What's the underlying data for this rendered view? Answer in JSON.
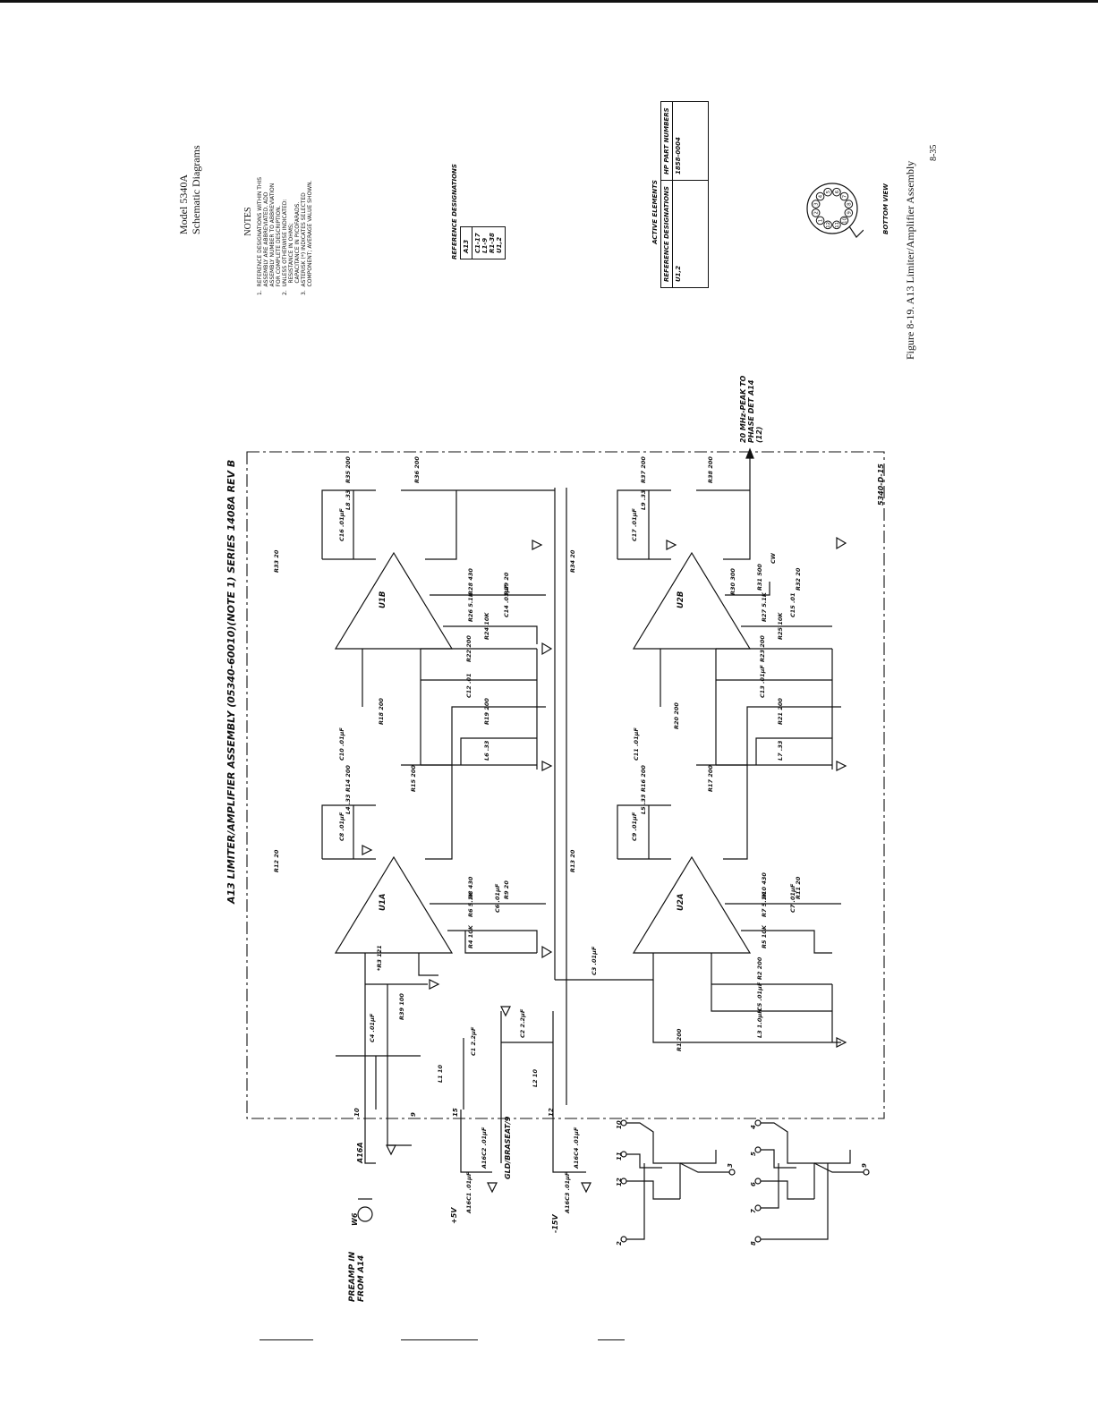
{
  "header": {
    "model": "Model 5340A",
    "section": "Schematic Diagrams"
  },
  "notes": {
    "heading": "NOTES",
    "items": [
      "1.  REFERENCE DESIGNATIONS WITHIN THIS",
      "     ASSEMBLY ARE ABBREVIATED. ADD",
      "     ASSEMBLY NUMBER TO ABBREVIATION",
      "     FOR COMPLETE DESCRIPTION.",
      "2.  UNLESS OTHERWISE INDICATED:",
      "       RESISTANCE IN OHMS;",
      "       CAPACITANCE IN PICOFARADS.",
      "3.  ASTERISK (*) INDICATES SELECTED",
      "     COMPONENT; AVERAGE VALUE SHOWN."
    ]
  },
  "ref_table": {
    "header": "REFERENCE DESIGNATIONS",
    "assembly": "A13",
    "components": [
      "C1-17",
      "L1-9",
      "R1-38",
      "U1,2"
    ]
  },
  "active_table": {
    "title": "ACTIVE ELEMENTS",
    "col1": "REFERENCE DESIGNATIONS",
    "col2": "HP PART NUMBERS",
    "row_ref": "U1,2",
    "row_part": "1858-0004"
  },
  "pinout": {
    "label": "BOTTOM VIEW",
    "pins": [
      "1",
      "2",
      "3",
      "4",
      "5",
      "6",
      "7",
      "8",
      "9",
      "10",
      "11",
      "12"
    ]
  },
  "figure": {
    "caption": "Figure 8-19.  A13 Limiter/Amplifier Assembly",
    "page": "8-35"
  },
  "schematic": {
    "title": "A13 LIMITER/AMPLIFIER ASSEMBLY (05340-60010)(NOTE 1) SERIES 1408A  REV B",
    "drawing_number": "5340-D-15",
    "output_label": "20 MHz-PEAK TO PHASE DET A14 (12)",
    "input_label": "PREAMP IN FROM A14",
    "input_cable": "W6",
    "input_connector": "A16A",
    "ground_label": "GLD/BRASEAT/9",
    "supply_pos": "+5V",
    "supply_neg": "-15V",
    "amps": [
      "U1A",
      "U1B",
      "U2A",
      "U2B"
    ],
    "filter_caps": [
      "A16C1 .01µF",
      "A16C2 .01µF",
      "A16C3 .01µF",
      "A16C4 .01µF"
    ],
    "rail_parts": [
      "L1 10",
      "C1 2.2µF",
      "C2 2.2µF",
      "L2 10"
    ],
    "input_parts": [
      "C4 .01µF",
      "R39 100",
      "*R3 121"
    ],
    "cap_coupling": [
      "C3 .01µF",
      "C10 .01µF",
      "C11 .01µF"
    ],
    "u1a_parts": [
      "R12 20",
      "C8 .01µF",
      "L4 .33",
      "R14 200",
      "R15 200",
      "R4 10K",
      "R6 5.1K",
      "C6 .01µF",
      "R8 430",
      "R9 20"
    ],
    "u1b_parts": [
      "R33 20",
      "C16 .01µF",
      "L8 .33",
      "R35 200",
      "R36 200",
      "R18 200",
      "L6 .33",
      "R19 200",
      "C12 .01",
      "R22 200",
      "R24 10K",
      "R26 5.1K",
      "C14 .01µF",
      "R28 430",
      "R29 20"
    ],
    "u2a_parts": [
      "R13 20",
      "C9 .01µF",
      "L5 .33",
      "R16 200",
      "R17 200",
      "R1 200",
      "L3 1.0µH",
      "C5 .01µF",
      "R2 200",
      "R5 10K",
      "R7 5.1K",
      "C7 .01µF",
      "R10 430",
      "R11 20"
    ],
    "u2b_parts": [
      "R34 20",
      "C17 .01µF",
      "L9 .33",
      "R37 200",
      "R38 200",
      "R20 200",
      "L7 .33",
      "R21 200",
      "C13 .01µF",
      "R23 200",
      "R25 10K",
      "R27 5.1K",
      "C15 .01",
      "R30 300",
      "R31 500",
      "R32 20",
      "CW"
    ],
    "pin_numbers": [
      "10",
      "9",
      "15",
      "12"
    ],
    "transistor_pins_top": [
      "10",
      "11",
      "12",
      "2",
      "3"
    ],
    "transistor_pins_bottom": [
      "4",
      "5",
      "6",
      "7",
      "8",
      "9"
    ]
  },
  "colors": {
    "ink": "#111111",
    "paper": "#ffffff"
  }
}
